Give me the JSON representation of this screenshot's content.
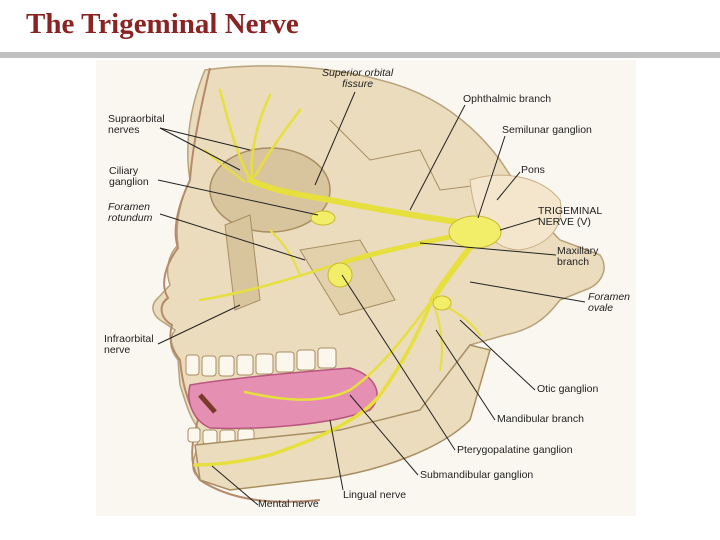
{
  "slide": {
    "title": "The Trigeminal Nerve"
  },
  "labels": {
    "superior_orbital_fissure": [
      "Superior orbital",
      "fissure"
    ],
    "ophthalmic_branch": "Ophthalmic branch",
    "supraorbital_nerves": [
      "Supraorbital",
      "nerves"
    ],
    "semilunar_ganglion": "Semilunar ganglion",
    "ciliary_ganglion": [
      "Ciliary",
      "ganglion"
    ],
    "pons": "Pons",
    "foramen_rotundum": [
      "Foramen",
      "rotundum"
    ],
    "trigeminal_nerve": [
      "TRIGEMINAL",
      "NERVE (V)"
    ],
    "maxillary_branch": [
      "Maxillary",
      "branch"
    ],
    "foramen_ovale": [
      "Foramen",
      "ovale"
    ],
    "infraorbital_nerve": [
      "Infraorbital",
      "nerve"
    ],
    "otic_ganglion": "Otic ganglion",
    "mandibular_branch": "Mandibular branch",
    "pterygopalatine_ganglion": "Pterygopalatine ganglion",
    "submandibular_ganglion": "Submandibular ganglion",
    "lingual_nerve": "Lingual nerve",
    "mental_nerve": "Mental nerve"
  },
  "colors": {
    "title": "#8b2323",
    "bone": "#efe2c4",
    "nerve": "#f2ee6a",
    "tongue": "#e58fb2",
    "leader": "#222222"
  }
}
